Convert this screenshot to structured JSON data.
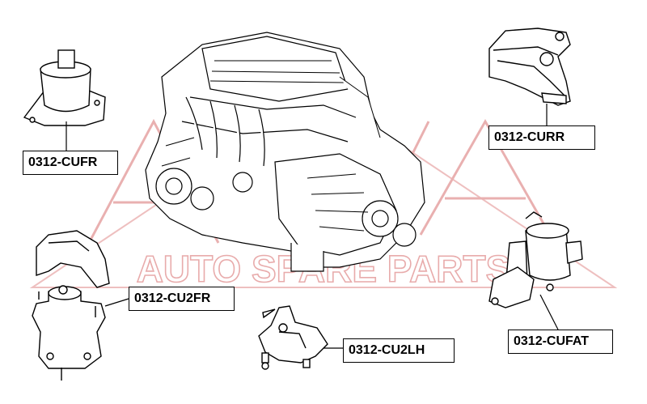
{
  "watermark": {
    "brand": "ASVA",
    "tagline": "AUTO SPARE PARTS",
    "color": "#e9a0a0"
  },
  "parts": [
    {
      "id": "cufr",
      "part_number": "0312-CUFR"
    },
    {
      "id": "curr",
      "part_number": "0312-CURR"
    },
    {
      "id": "cu2fr",
      "part_number": "0312-CU2FR"
    },
    {
      "id": "cu2lh",
      "part_number": "0312-CU2LH"
    },
    {
      "id": "cufat",
      "part_number": "0312-CUFAT"
    }
  ]
}
